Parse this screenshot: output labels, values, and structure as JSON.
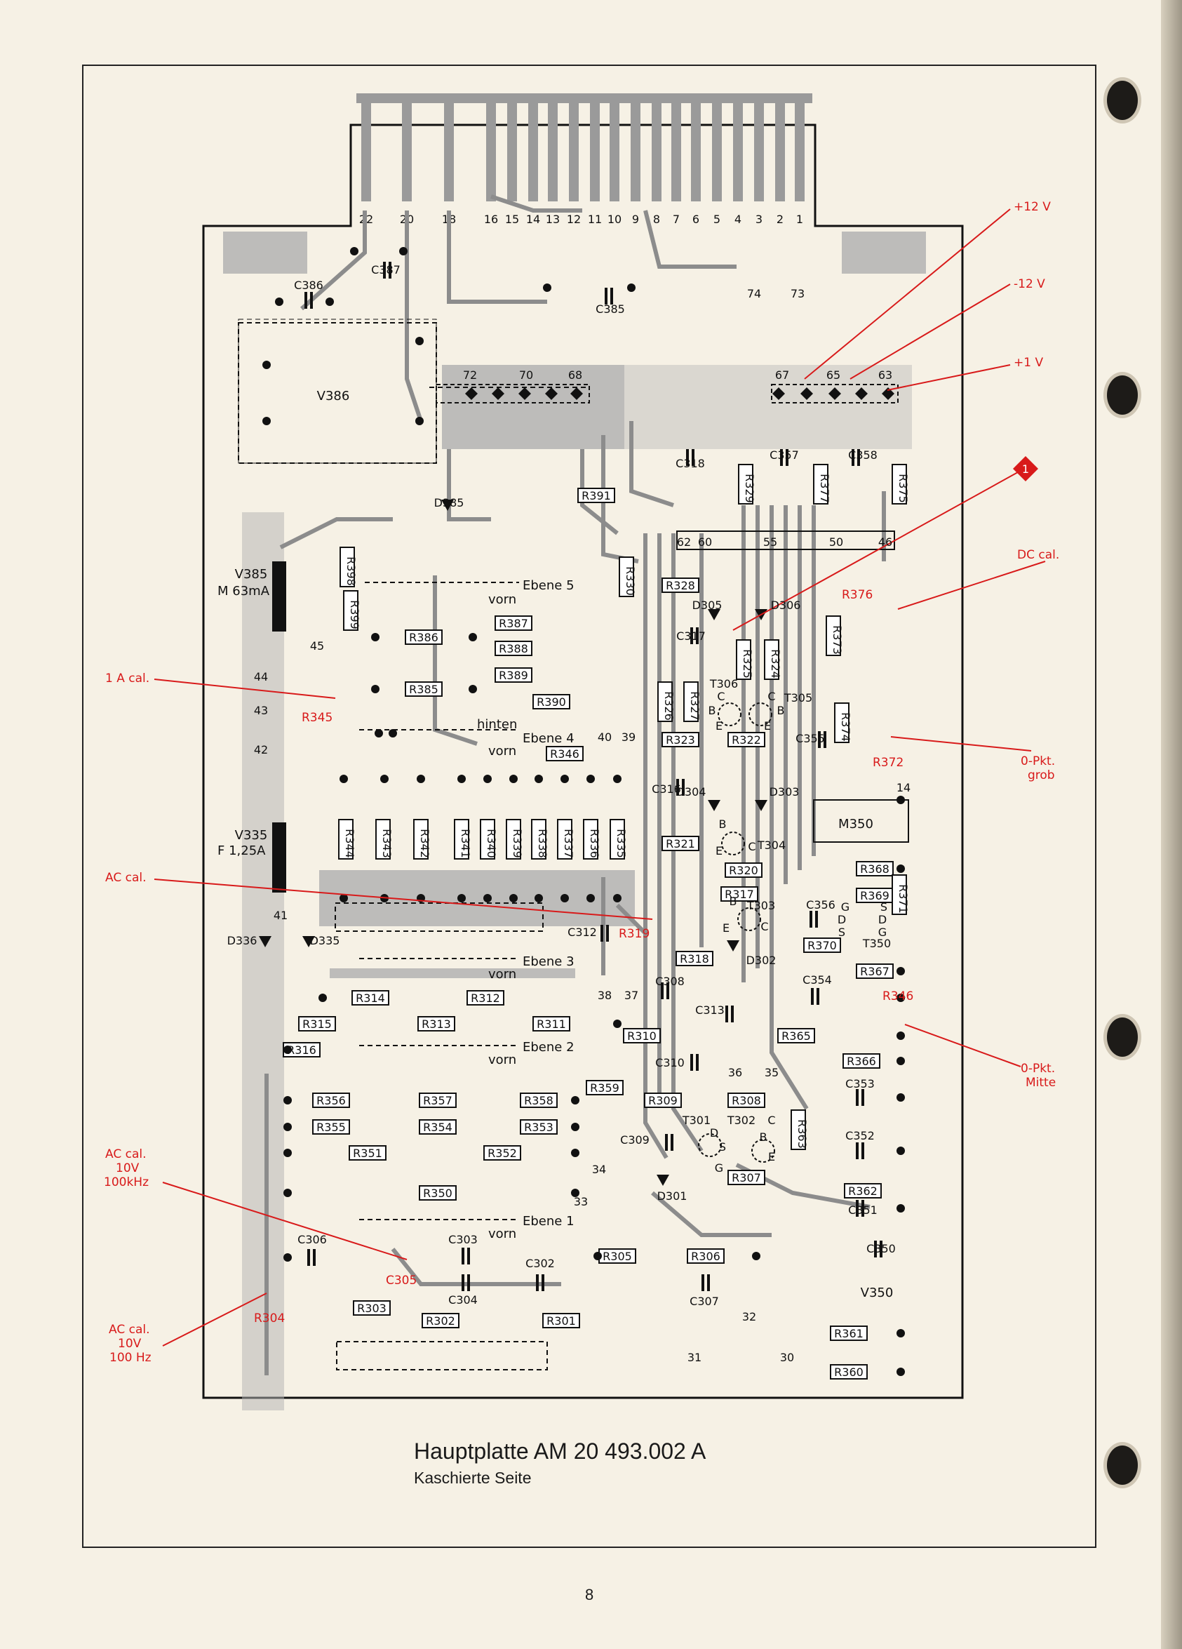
{
  "title": "Hauptplatte AM 20   493.002 A",
  "subtitle": "Kaschierte Seite",
  "page_number": "8",
  "colors": {
    "paper": "#f6f1e5",
    "trace": "#8c8c8c",
    "annotation": "#d81a1a",
    "ink": "#111111"
  },
  "connector_pins": [
    "22",
    "20",
    "18",
    "16",
    "15",
    "14",
    "13",
    "12",
    "11",
    "10",
    "9",
    "8",
    "7",
    "6",
    "5",
    "4",
    "3",
    "2",
    "1"
  ],
  "supply_pins": {
    "left": [
      "72",
      "70",
      "68"
    ],
    "right": [
      "67",
      "65",
      "63"
    ],
    "bridge": [
      "74",
      "73"
    ]
  },
  "rail_labels": [
    "+12 V",
    "-12 V",
    "+1 V"
  ],
  "marker": "1",
  "calibration_labels": {
    "one_a": "1 A cal.",
    "ac": "AC cal.",
    "ac_10v_100k": [
      "AC cal.",
      "10V",
      "100kHz"
    ],
    "ac_10v_100": [
      "AC cal.",
      "10V",
      "100 Hz"
    ],
    "dc": "DC cal.",
    "zero_grob": [
      "0-Pkt.",
      "grob"
    ],
    "zero_mitte": [
      "0-Pkt.",
      "Mitte"
    ]
  },
  "red_parts": [
    "R345",
    "R319",
    "C305",
    "R304",
    "R376",
    "R372",
    "R346"
  ],
  "ebene": [
    {
      "name": "Ebene 5",
      "side": "vorn"
    },
    {
      "name": "Ebene 4",
      "side": "vorn",
      "extra": "hinten"
    },
    {
      "name": "Ebene 3",
      "side": "vorn"
    },
    {
      "name": "Ebene 2",
      "side": "vorn"
    },
    {
      "name": "Ebene 1",
      "side": "vorn"
    }
  ],
  "components": {
    "caps": [
      "C387",
      "C386",
      "C385",
      "C318",
      "C357",
      "C358",
      "C317",
      "C316",
      "C355",
      "C312",
      "C308",
      "C313",
      "C354",
      "C356",
      "C310",
      "C353",
      "C309",
      "C352",
      "C351",
      "C350",
      "C306",
      "C303",
      "C304",
      "C302",
      "C307"
    ],
    "modules": [
      "V386",
      "V385",
      "V335",
      "M350",
      "V350"
    ],
    "fuses": [
      "M 63mA",
      "F 1,25A"
    ],
    "diodes": [
      "D385",
      "D305",
      "D306",
      "D304",
      "D303",
      "D336",
      "D335",
      "D302",
      "D301"
    ],
    "transistors": [
      "T306",
      "T305",
      "T304",
      "T303",
      "T350",
      "T301",
      "T302"
    ],
    "resistors_h": [
      "R391",
      "R328",
      "R386",
      "R387",
      "R388",
      "R389",
      "R385",
      "R390",
      "R346",
      "R323",
      "R322",
      "R321",
      "R320",
      "R317",
      "R318",
      "R368",
      "R369",
      "R370",
      "R367",
      "R314",
      "R312",
      "R315",
      "R313",
      "R311",
      "R316",
      "R310",
      "R365",
      "R366",
      "R359",
      "R356",
      "R357",
      "R358",
      "R309",
      "R308",
      "R355",
      "R354",
      "R353",
      "R351",
      "R352",
      "R307",
      "R350",
      "R362",
      "R305",
      "R306",
      "R303",
      "R302",
      "R301",
      "R361",
      "R360"
    ],
    "resistors_v": [
      "R398",
      "R399",
      "R330",
      "R329",
      "R377",
      "R375",
      "R325",
      "R324",
      "R373",
      "R326",
      "R327",
      "R374",
      "R344",
      "R343",
      "R342",
      "R341",
      "R340",
      "R339",
      "R338",
      "R337",
      "R336",
      "R335",
      "R371",
      "R363"
    ]
  },
  "chip_pins": [
    "62",
    "60",
    "55",
    "50",
    "46",
    "14"
  ],
  "test_points": [
    "45",
    "44",
    "43",
    "42",
    "41",
    "40",
    "39",
    "38",
    "37",
    "36",
    "35",
    "34",
    "33",
    "32",
    "31",
    "30"
  ],
  "transistor_pins": [
    "C",
    "B",
    "E",
    "C",
    "B",
    "E",
    "B",
    "C",
    "E",
    "B",
    "C",
    "E",
    "G",
    "D",
    "S",
    "S",
    "D",
    "G",
    "D",
    "S",
    "G",
    "C",
    "B",
    "E"
  ]
}
